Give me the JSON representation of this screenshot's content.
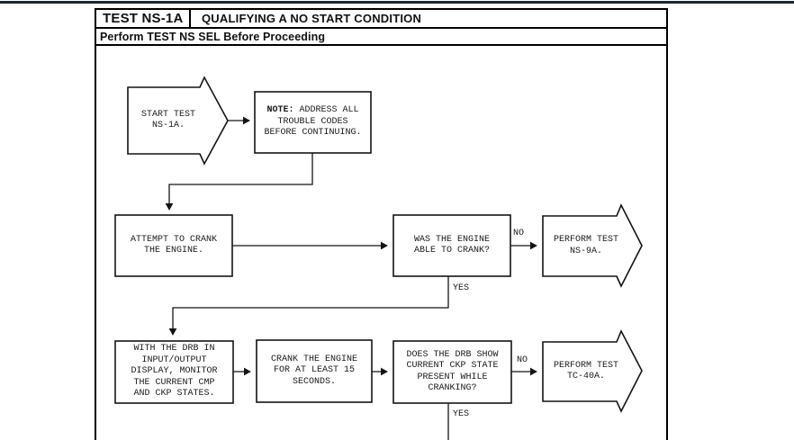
{
  "header": {
    "test_id": "TEST NS-1A",
    "title": "QUALIFYING A NO START CONDITION",
    "subtitle": "Perform TEST NS SEL Before Proceeding"
  },
  "flowchart": {
    "nodes": {
      "start": {
        "label": "START TEST\nNS-1A."
      },
      "note": {
        "prefix": "NOTE:",
        "rest": " ADDRESS ALL\nTROUBLE CODES\nBEFORE CONTINUING."
      },
      "attempt": {
        "label": "ATTEMPT TO CRANK\nTHE ENGINE."
      },
      "q_crank": {
        "label": "WAS THE ENGINE\nABLE TO CRANK?"
      },
      "ns9a": {
        "label": "PERFORM TEST\nNS-9A."
      },
      "drb": {
        "label": "WITH THE DRB IN\nINPUT/OUTPUT\nDISPLAY, MONITOR\nTHE CURRENT CMP\nAND CKP STATES."
      },
      "crank15": {
        "label": "CRANK THE ENGINE\nFOR AT LEAST 15\nSECONDS."
      },
      "q_ckp": {
        "label": "DOES THE DRB SHOW\nCURRENT CKP STATE\nPRESENT WHILE\nCRANKING?"
      },
      "tc40a": {
        "label": "PERFORM TEST\nTC-40A."
      }
    },
    "edge_labels": {
      "q_crank_no": "NO",
      "q_crank_yes": "YES",
      "q_ckp_no": "NO",
      "q_ckp_yes": "YES"
    }
  },
  "colors": {
    "top_rule": "#1e2833",
    "line": "#141414"
  }
}
